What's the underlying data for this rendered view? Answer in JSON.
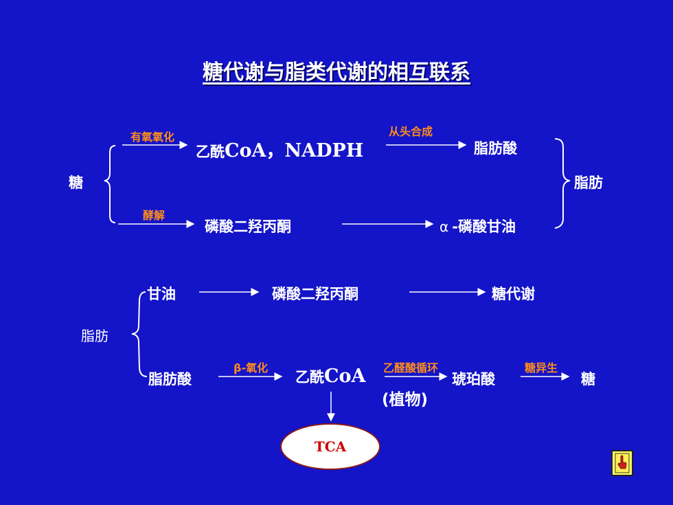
{
  "title": "糖代谢与脂类代谢的相互联系",
  "upper": {
    "source": "糖",
    "target": "脂肪",
    "label_aerobic": "有氧氧化",
    "node_acetyl_prefix": "乙酰",
    "node_acetyl_main": "CoA，NADPH",
    "label_de_novo": "从头合成",
    "node_fatty_acid": "脂肪酸",
    "label_glycolysis": "酵解",
    "node_dhap": "磷酸二羟丙酮",
    "node_glycerol_phosphate_alpha": "α",
    "node_glycerol_phosphate": "-磷酸甘油"
  },
  "lower": {
    "source": "脂肪",
    "node_glycerol": "甘油",
    "node_dhap": "磷酸二羟丙酮",
    "node_sugar_metabolism": "糖代谢",
    "node_fatty_acid": "脂肪酸",
    "label_beta_oxidation": "β-氧化",
    "node_acetyl_prefix": "乙酰",
    "node_acetyl_main": "CoA",
    "label_glyoxylate_cycle": "乙醛酸循环",
    "node_succinate": "琥珀酸",
    "label_gluconeogenesis": "糖异生",
    "node_sugar": "糖",
    "note_plant": "(植物)",
    "node_tca": "TCA"
  },
  "colors": {
    "background": "#1414c8",
    "text": "#ffffff",
    "label": "#ff8c1a",
    "tca_text": "#cc0000"
  },
  "icons": {
    "nav": "hand-pointer-icon"
  }
}
